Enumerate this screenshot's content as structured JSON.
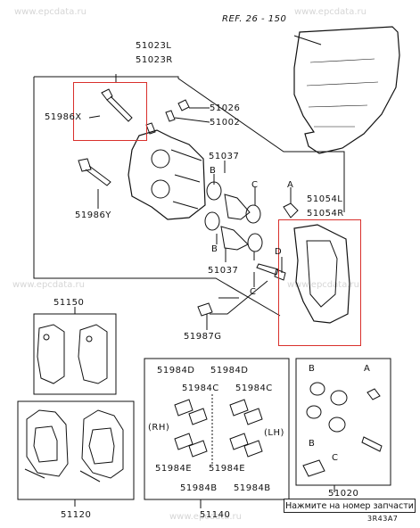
{
  "watermark": "www.epcdata.ru",
  "hint": "Нажмите на номер запчасти",
  "ref": "REF. 26 - 150",
  "parts": {
    "p51023L": "51023L",
    "p51023R": "51023R",
    "p51986X": "51986X",
    "p51026": "51026",
    "p51002": "51002",
    "p51037a": "51037",
    "p51037b": "51037",
    "p51986Y": "51986Y",
    "p51054L": "51054L",
    "p51054R": "51054R",
    "p51987G": "51987G",
    "p51150": "51150",
    "p51120": "51120",
    "p51140": "51140",
    "p51020": "51020",
    "p51984D_1": "51984D",
    "p51984D_2": "51984D",
    "p51984C_1": "51984C",
    "p51984C_2": "51984C",
    "p51984E_1": "51984E",
    "p51984E_2": "51984E",
    "p51984B_1": "51984B",
    "p51984B_2": "51984B"
  },
  "letters": {
    "b1": "B",
    "c1": "C",
    "a1": "A",
    "d1": "D",
    "b2": "B",
    "c2": "C",
    "b3": "B",
    "a3": "A",
    "b4": "B",
    "c4": "C"
  },
  "side": {
    "rh": "(RH)",
    "lh": "(LH)"
  },
  "image_code": "3R43A7"
}
